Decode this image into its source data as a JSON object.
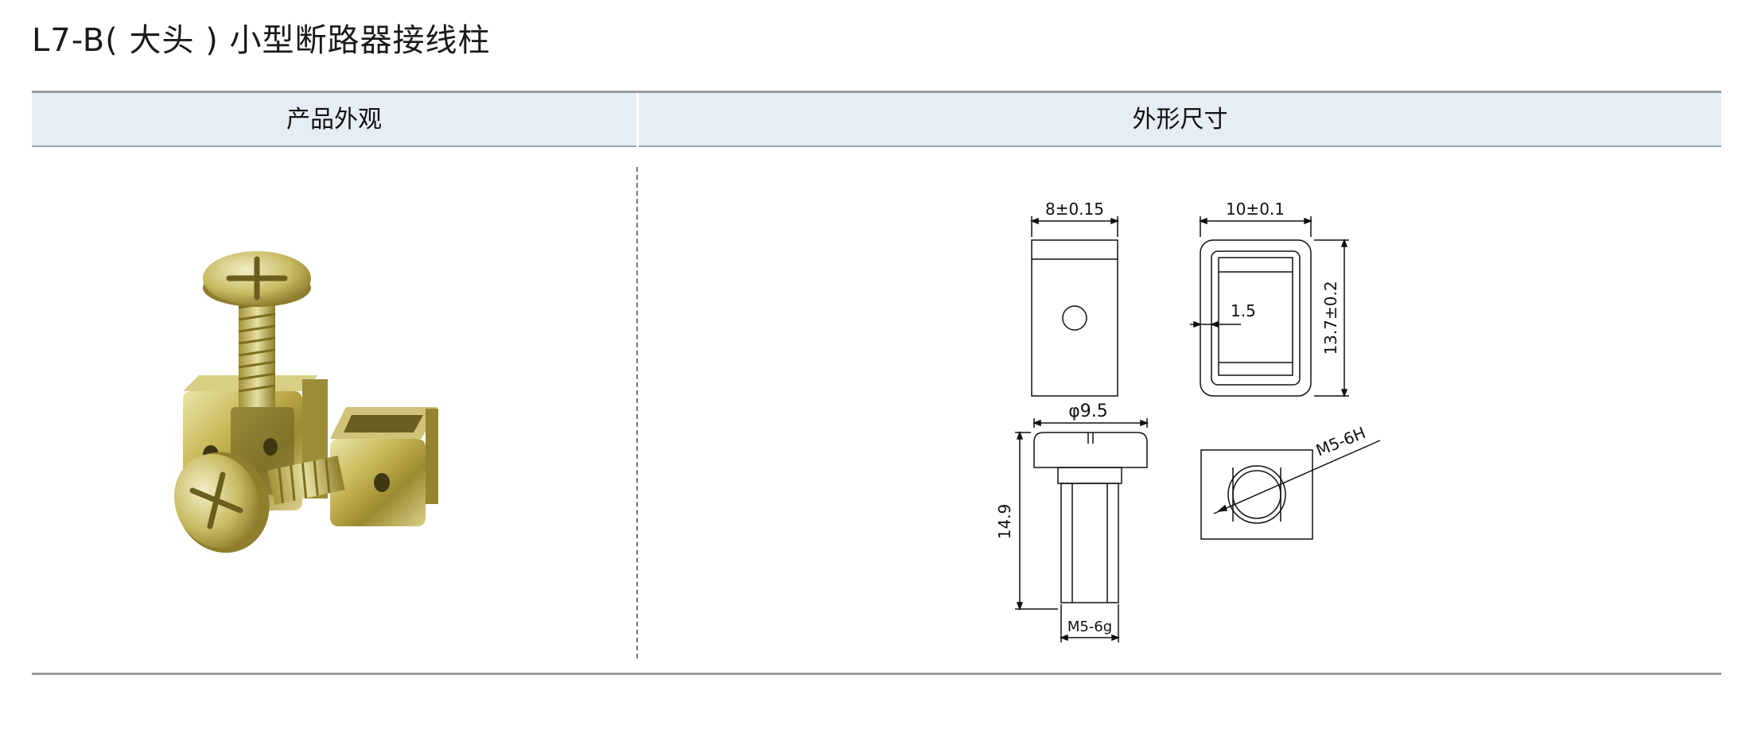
{
  "page": {
    "title": "L7-B( 大头 ) 小型断路器接线柱"
  },
  "table": {
    "headers": {
      "appearance": "产品外观",
      "dimensions": "外形尺寸"
    }
  },
  "drawing": {
    "dims": {
      "width_top": "8±0.15",
      "width_side": "10±0.1",
      "height_side": "13.7±0.2",
      "wall": "1.5",
      "head_dia": "φ9.5",
      "screw_len": "14.9",
      "thread_ext": "M5-6g",
      "thread_int": "M5-6H"
    }
  }
}
